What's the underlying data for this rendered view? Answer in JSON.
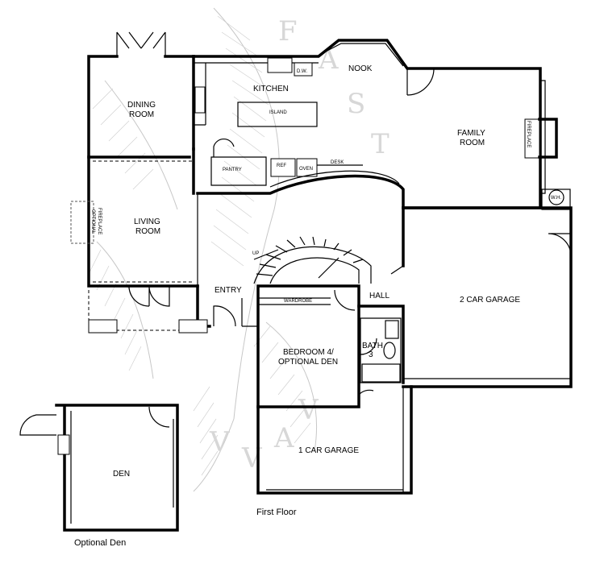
{
  "rooms": {
    "kitchen": "KITCHEN",
    "island": "ISLAND",
    "dw": "D.W.",
    "nook": "NOOK",
    "family_room": [
      "FAMILY",
      "ROOM"
    ],
    "fireplace": "FIREPLACE",
    "dining_room": [
      "DINING",
      "ROOM"
    ],
    "pantry": "PANTRY",
    "ref": "REF",
    "oven": "OVEN",
    "desk": "DESK",
    "living_room": [
      "LIVING",
      "ROOM"
    ],
    "optional_fireplace": [
      "OPTIONAL",
      "FIREPLACE"
    ],
    "up": "UP",
    "entry": "ENTRY",
    "wardrobe": "WARDROBE",
    "hall": "HALL",
    "bath": [
      "BATH",
      "3"
    ],
    "bedroom": [
      "BEDROOM 4/",
      "OPTIONAL DEN"
    ],
    "two_car_garage": "2 CAR GARAGE",
    "one_car_garage": "1 CAR GARAGE",
    "wh": "W.H.",
    "den": "DEN"
  },
  "captions": {
    "first_floor": "First Floor",
    "optional_den": "Optional Den"
  },
  "watermark": [
    "F",
    "A",
    "S",
    "T",
    "V",
    "V",
    "A",
    "V"
  ]
}
